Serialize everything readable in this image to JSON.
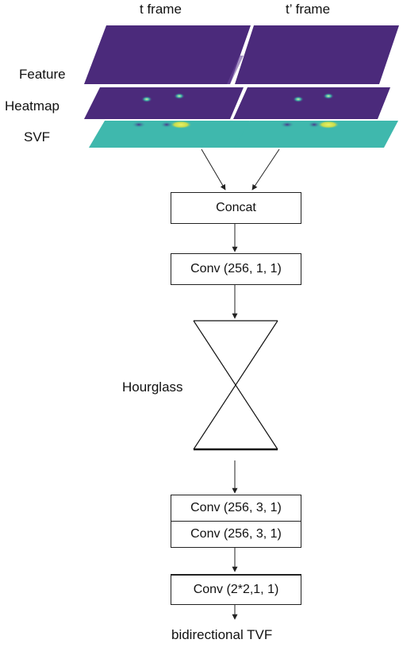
{
  "frames": {
    "t_label": "t frame",
    "t_prime_label": "t’ frame"
  },
  "layers": {
    "feature": "Feature",
    "heatmap": "Heatmap",
    "svf": "SVF"
  },
  "blocks": {
    "concat": "Concat",
    "conv1": "Conv (256, 1, 1)",
    "hourglass": "Hourglass",
    "conv2": "Conv (256, 3, 1)",
    "conv3": "Conv (256, 3, 1)",
    "conv4": "Conv (2*2,1, 1)"
  },
  "output_label": "bidirectional TVF",
  "colors": {
    "feature_purple": "#4b2a7b",
    "svf_teal": "#3fb8ad",
    "highlight_yellow": "#d8e84a",
    "line": "#222222"
  }
}
